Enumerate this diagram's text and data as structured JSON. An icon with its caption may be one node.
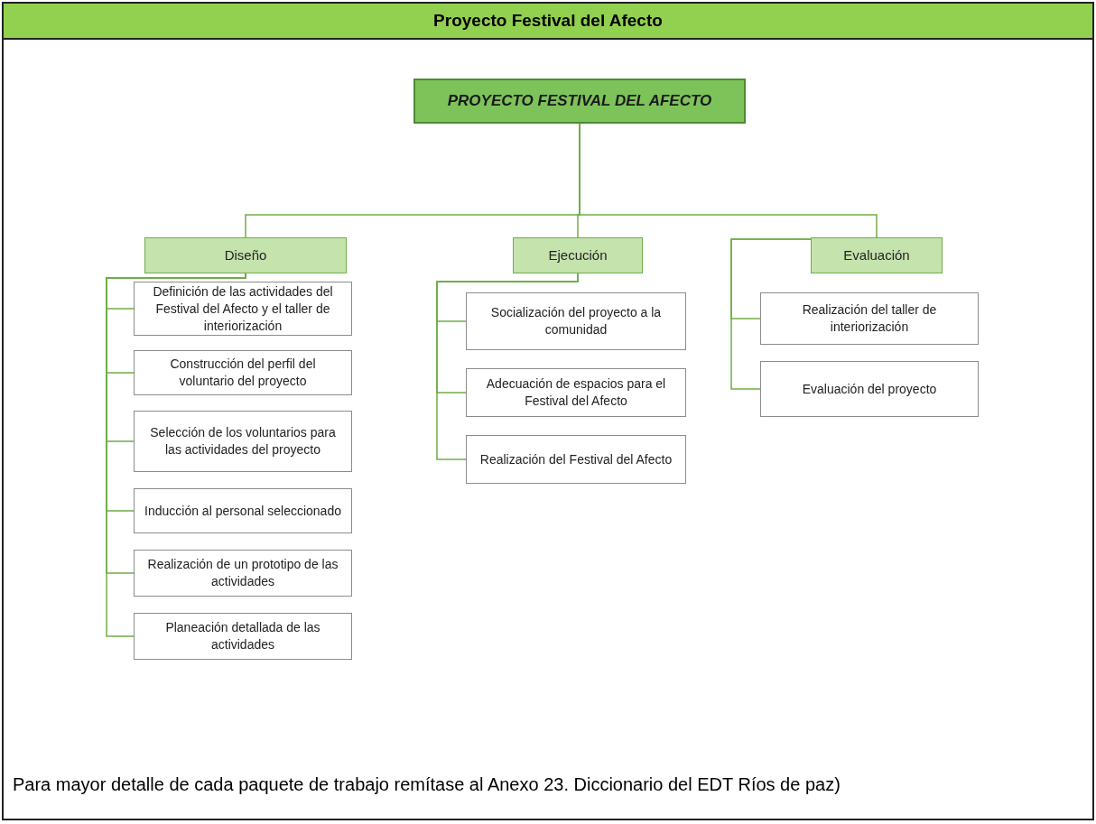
{
  "diagram": {
    "title": "Proyecto Festival del Afecto",
    "caption": "Para mayor detalle de cada paquete de trabajo remítase al Anexo 23. Diccionario del EDT Ríos de paz)",
    "nodes": [
      {
        "text": [
          "PROYECTO FESTIVAL DEL AFECTO"
        ]
      },
      {
        "text": [
          "Diseño"
        ]
      },
      {
        "text": [
          "Ejecución"
        ]
      },
      {
        "text": [
          "Evaluación"
        ]
      },
      {
        "text": [
          "Definición de las actividades del Festival del Afecto y el taller de interiorización"
        ]
      },
      {
        "text": [
          "Construcción del perfil del voluntario del proyecto"
        ]
      },
      {
        "text": [
          "Selección de los voluntarios para las actividades del proyecto"
        ]
      },
      {
        "text": [
          "Inducción al personal seleccionado"
        ]
      },
      {
        "text": [
          "Realización de un prototipo de las actividades"
        ]
      },
      {
        "text": [
          "Planeación detallada de las actividades"
        ]
      },
      {
        "text": [
          "Socialización del proyecto a la comunidad"
        ]
      },
      {
        "text": [
          "Adecuación de espacios para el Festival del Afecto"
        ]
      },
      {
        "text": [
          "Realización del Festival del Afecto"
        ]
      },
      {
        "text": [
          "Realización del taller de interiorización"
        ]
      },
      {
        "text": [
          "Evaluación del proyecto"
        ]
      }
    ],
    "edges": [
      {
        "from": 0,
        "to": 1,
        "arrow": "none"
      },
      {
        "from": 0,
        "to": 2,
        "arrow": "none"
      },
      {
        "from": 0,
        "to": 3,
        "arrow": "none"
      },
      {
        "from": 1,
        "to": 4,
        "arrow": "none"
      },
      {
        "from": 1,
        "to": 5,
        "arrow": "none"
      },
      {
        "from": 1,
        "to": 6,
        "arrow": "none"
      },
      {
        "from": 1,
        "to": 7,
        "arrow": "none"
      },
      {
        "from": 1,
        "to": 8,
        "arrow": "none"
      },
      {
        "from": 1,
        "to": 9,
        "arrow": "none"
      },
      {
        "from": 2,
        "to": 10,
        "arrow": "none"
      },
      {
        "from": 2,
        "to": 11,
        "arrow": "none"
      },
      {
        "from": 2,
        "to": 12,
        "arrow": "none"
      },
      {
        "from": 3,
        "to": 13,
        "arrow": "none"
      },
      {
        "from": 3,
        "to": 14,
        "arrow": "none"
      }
    ]
  }
}
